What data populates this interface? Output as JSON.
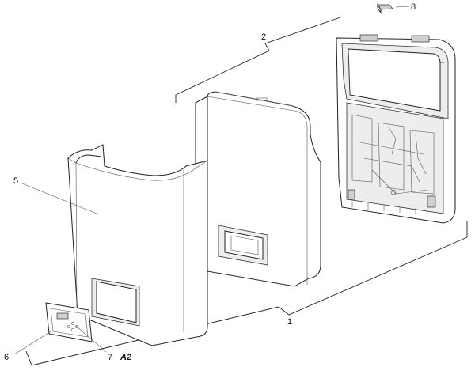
{
  "diagram": {
    "part_labels": [
      {
        "id": "1",
        "text": "1"
      },
      {
        "id": "2",
        "text": "2"
      },
      {
        "id": "5",
        "text": "5"
      },
      {
        "id": "6",
        "text": "6"
      },
      {
        "id": "7",
        "text": "7"
      },
      {
        "id": "8",
        "text": "8"
      }
    ],
    "assembly_tag": "A2"
  }
}
